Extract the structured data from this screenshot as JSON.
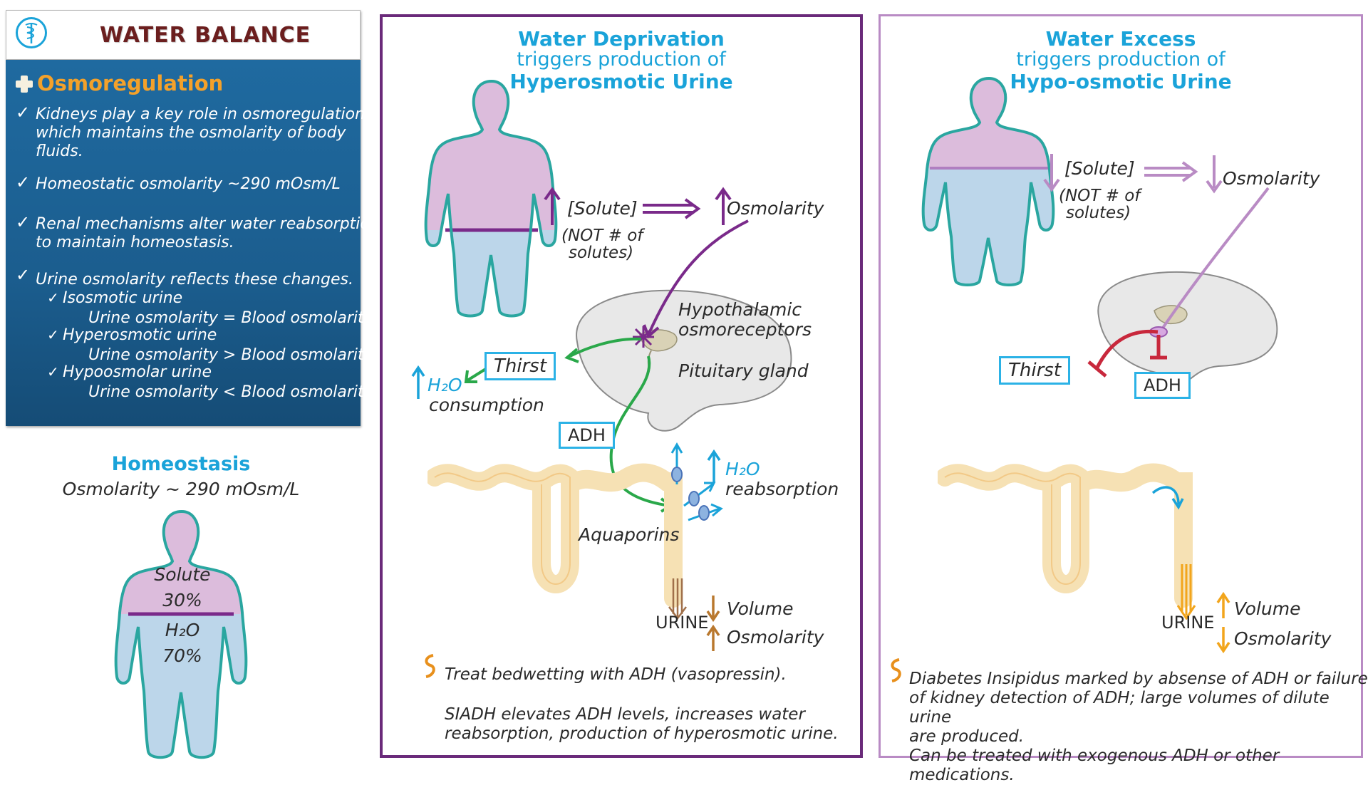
{
  "header": {
    "title": "WATER BALANCE",
    "logo_icon": "caduceus-icon"
  },
  "osmoregulation": {
    "title": "Osmoregulation",
    "items": [
      {
        "line1": "Kidneys play a key role in osmoregulation,",
        "line2": "which  maintains the  osmolarity of body",
        "line3": "fluids."
      },
      {
        "line1": "Homeostatic osmolarity ~290 mOsm/L"
      },
      {
        "line1": "Renal mechanisms alter water reabsorption",
        "line2": "to maintain homeostasis."
      },
      {
        "line1": "Urine osmolarity reflects these changes."
      }
    ],
    "sub_items": [
      {
        "label": "Isosmotic urine",
        "detail": "Urine osmolarity = Blood osmolarity"
      },
      {
        "label": "Hyperosmotic urine",
        "detail": "Urine osmolarity  > Blood osmolarity"
      },
      {
        "label": "Hypoosmolar urine",
        "detail": "Urine osmolarity < Blood osmolarity"
      }
    ]
  },
  "homeostasis": {
    "title": "Homeostasis",
    "subtitle": "Osmolarity ~ 290 mOsm/L",
    "solute_label": "Solute",
    "solute_pct": "30%",
    "water_label": "H₂O",
    "water_pct": "70%"
  },
  "deprivation": {
    "title": "Water Deprivation",
    "subtitle": "triggers production of",
    "result": "Hyperosmotic Urine",
    "solute": "[Solute]",
    "not_solutes_1": "(NOT # of",
    "not_solutes_2": "solutes)",
    "osmolarity": "Osmolarity",
    "hypothalamic_1": "Hypothalamic",
    "hypothalamic_2": "osmoreceptors",
    "pituitary": "Pituitary gland",
    "thirst": "Thirst",
    "h2o": "H₂O",
    "consumption": "consumption",
    "adh": "ADH",
    "reabsorption": "reabsorption",
    "aquaporins": "Aquaporins",
    "urine": "URINE",
    "volume": "Volume",
    "osmolarity2": "Osmolarity",
    "note1": "Treat bedwetting with ADH (vasopressin).",
    "note2a": "SIADH elevates ADH levels, increases water",
    "note2b": "reabsorption, production of hyperosmotic urine."
  },
  "excess": {
    "title": "Water Excess",
    "subtitle": "triggers production of",
    "result": "Hypo-osmotic Urine",
    "solute": "[Solute]",
    "not_solutes_1": "(NOT # of",
    "not_solutes_2": "solutes)",
    "osmolarity": "Osmolarity",
    "thirst": "Thirst",
    "adh": "ADH",
    "urine": "URINE",
    "volume": "Volume",
    "osmolarity2": "Osmolarity",
    "note1": "Diabetes Insipidus  marked by absense of ADH or failure",
    "note2": "of kidney detection of ADH; large volumes of dilute urine",
    "note3": "are produced.",
    "note4": "Can be treated with exogenous ADH or other medications."
  },
  "colors": {
    "accent_cyan": "#1aa3d9",
    "purple_dark": "#6a2a7a",
    "purple_light": "#b98bc4",
    "green": "#2aa84a",
    "orange": "#e8901c",
    "red": "#c8283c",
    "body_solute": "#dcbcdc",
    "body_water": "#bcd6ea",
    "body_outline": "#2aa6a0"
  }
}
